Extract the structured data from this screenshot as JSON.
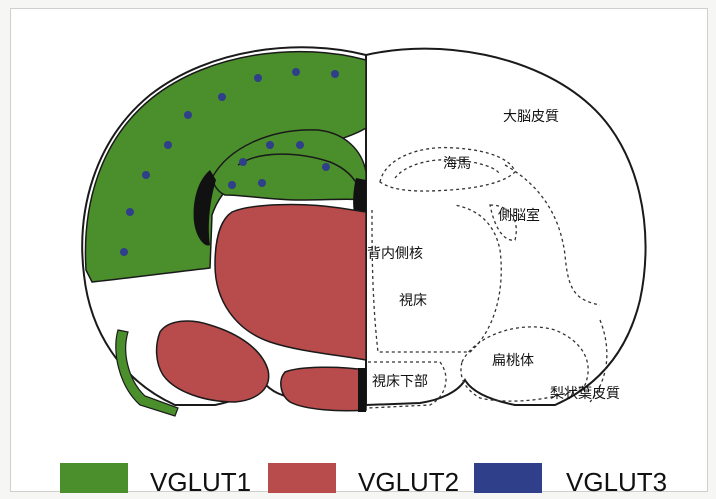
{
  "labels": {
    "cortex": "大脳皮質",
    "hippocampus": "海馬",
    "lateral_ventricle": "側脳室",
    "dorsomedial_nucleus": "背内側核",
    "thalamus": "視床",
    "amygdala": "扁桃体",
    "hypothalamus": "視床下部",
    "piriform_cortex": "梨状葉皮質"
  },
  "legend": [
    {
      "label": "VGLUT1",
      "color": "#4a8f2c"
    },
    {
      "label": "VGLUT2",
      "color": "#b84b4b"
    },
    {
      "label": "VGLUT3",
      "color": "#2f3f8a"
    }
  ],
  "colors": {
    "vglut1": "#4a8f2c",
    "vglut2": "#b84b4b",
    "vglut3": "#2f3f8a",
    "outline": "#1a1a1a"
  }
}
